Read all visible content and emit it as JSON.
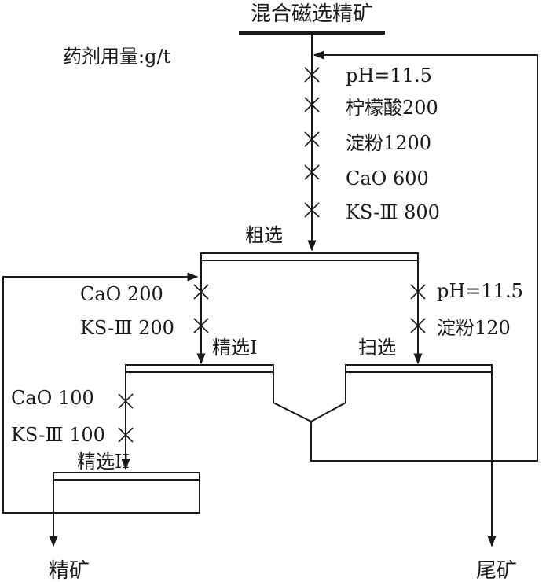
{
  "feed": "混合磁选精矿",
  "dosage_unit": "药剂用量:g/t",
  "rougher": {
    "label": "粗选",
    "reagents": [
      "pH=11.5",
      "柠檬酸200",
      "淀粉1200",
      "CaO 600",
      "KS-Ⅲ 800"
    ]
  },
  "cleaner1": {
    "label": "精选I",
    "reagents": [
      "CaO 200",
      "KS-Ⅲ 200"
    ]
  },
  "scavenger": {
    "label": "扫选",
    "reagents": [
      "pH=11.5",
      "淀粉120"
    ]
  },
  "cleaner2": {
    "label": "精选II",
    "reagents": [
      "CaO 100",
      "KS-Ⅲ 100"
    ]
  },
  "products": {
    "concentrate": "精矿",
    "tailings": "尾矿"
  }
}
